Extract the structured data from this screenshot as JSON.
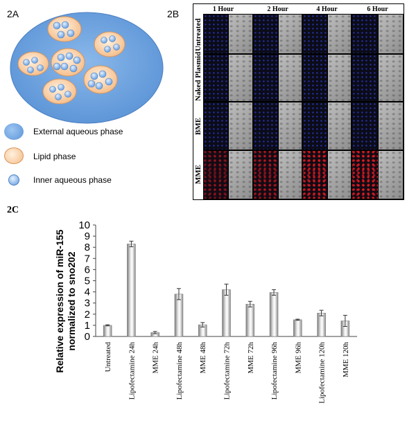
{
  "panel_2a": {
    "label": "2A",
    "legend": [
      {
        "text": "External aqueous phase",
        "color": "#5f97d8"
      },
      {
        "text": "Lipid phase",
        "color": "#f7c08d"
      },
      {
        "text": "Inner aqueous phase",
        "color": "#8fb8e8"
      }
    ]
  },
  "panel_2b": {
    "label": "2B",
    "columns": [
      "1 Hour",
      "2 Hour",
      "4 Hour",
      "6 Hour"
    ],
    "rows": [
      "Untreated",
      "Naked Plasmid",
      "BME",
      "MME"
    ],
    "red_signal": [
      [
        0,
        0,
        0,
        0
      ],
      [
        0,
        0,
        0,
        0
      ],
      [
        0,
        0,
        0,
        0
      ],
      [
        0.45,
        0.6,
        0.85,
        0.9
      ]
    ]
  },
  "panel_2c": {
    "label": "2C"
  },
  "chart_data": {
    "type": "bar",
    "title": "",
    "xlabel": "",
    "ylabel": "Relative expression of miR-155 normalized to sno202",
    "ylim": [
      0,
      10
    ],
    "yticks": [
      "0",
      "1",
      "2",
      "3",
      "4",
      "5",
      "6",
      "7",
      "8",
      "9",
      "10"
    ],
    "categories": [
      "Untreated",
      "Lipofectamine 24h",
      "MME 24h",
      "Lipofectamine 48h",
      "MME 48h",
      "Lipofectamine 72h",
      "MME 72h",
      "Lipofectamine 96h",
      "MME 96h",
      "Lipofectamine 120h",
      "MME 120h"
    ],
    "values": [
      1.0,
      8.3,
      0.35,
      3.8,
      1.05,
      4.2,
      2.9,
      3.95,
      1.5,
      2.1,
      1.4
    ],
    "errors": [
      0.05,
      0.25,
      0.1,
      0.5,
      0.2,
      0.5,
      0.25,
      0.25,
      0.05,
      0.25,
      0.5
    ],
    "grid": false
  }
}
